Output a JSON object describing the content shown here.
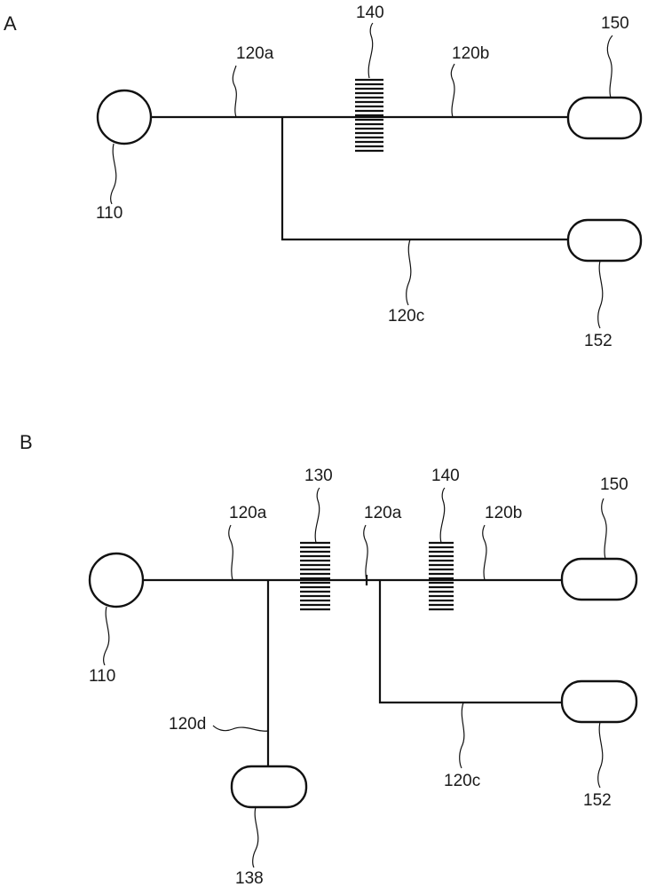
{
  "panels": [
    {
      "letter": "A",
      "labels": {
        "source": "110",
        "line_upstream": "120a",
        "filter": "140",
        "line_downstream": "120b",
        "line_branch": "120c",
        "container_top": "150",
        "container_bottom": "152"
      }
    },
    {
      "letter": "B",
      "labels": {
        "source": "110",
        "line_upstream": "120a",
        "filter_first": "130",
        "line_middle": "120a",
        "filter_second": "140",
        "line_downstream": "120b",
        "container_top": "150",
        "line_branch_right": "120c",
        "container_right_bottom": "152",
        "line_branch_left": "120d",
        "container_left": "138"
      }
    }
  ]
}
